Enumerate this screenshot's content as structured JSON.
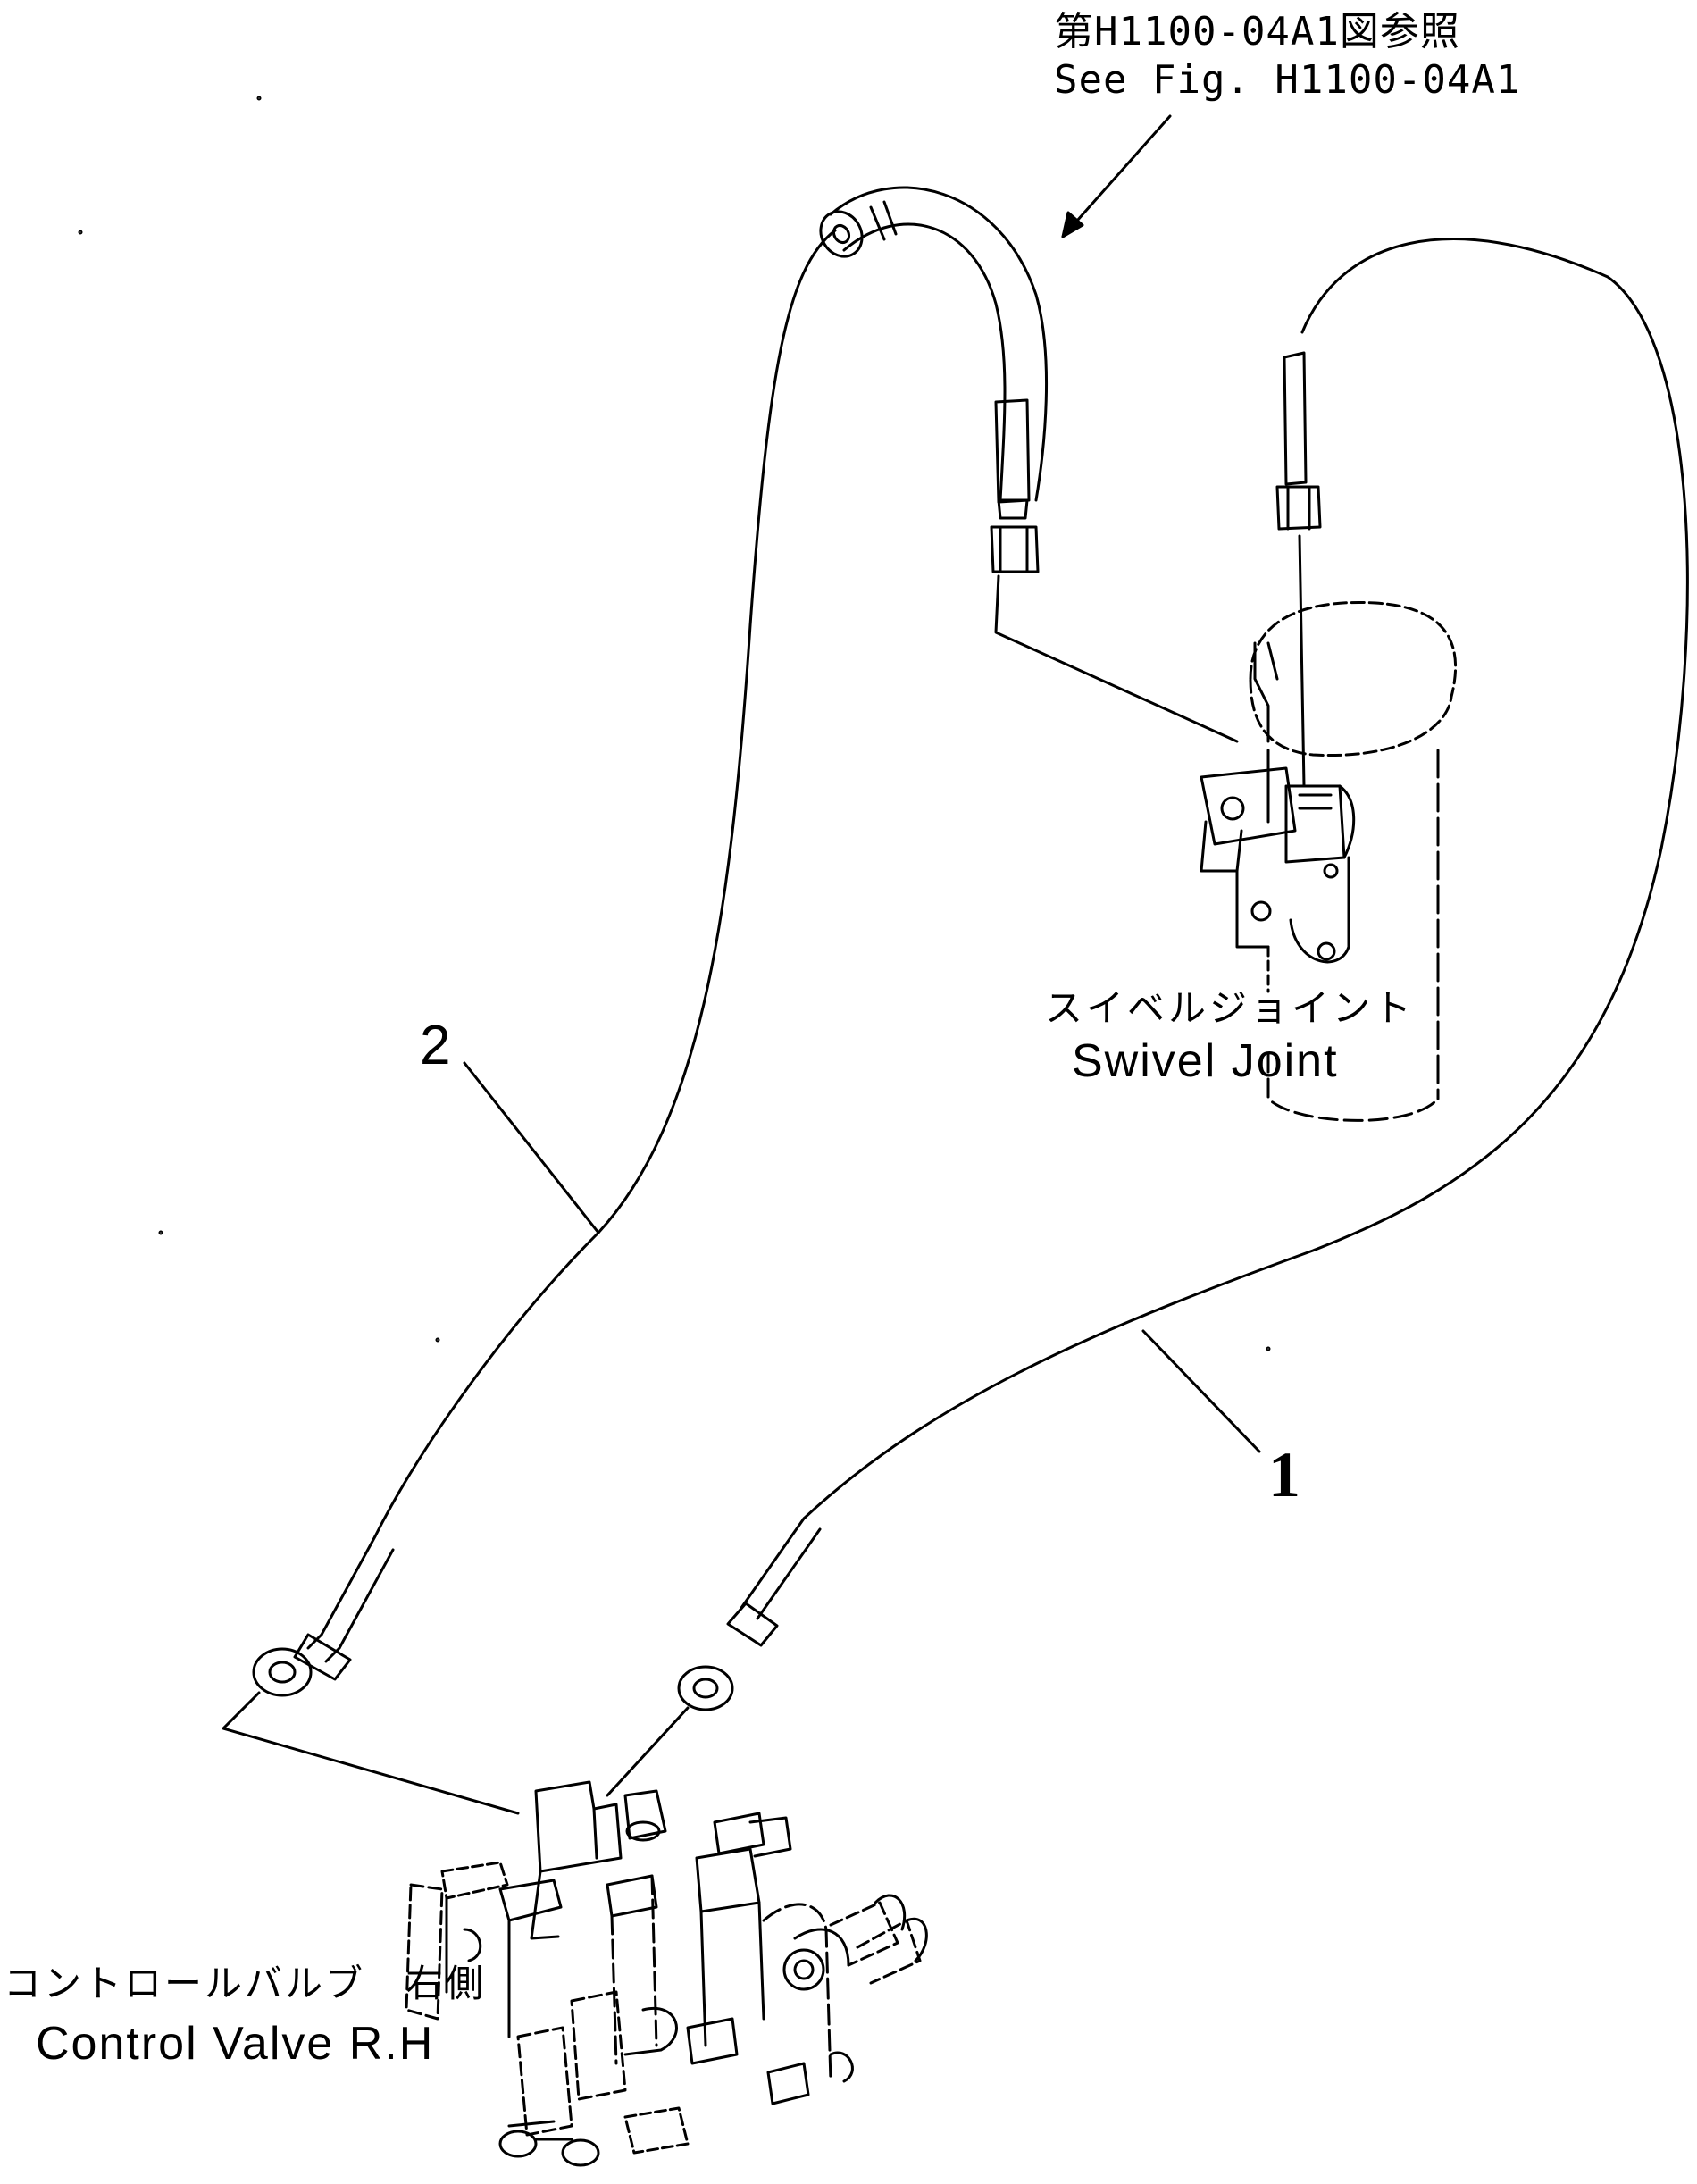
{
  "reference": {
    "jp": "第H1100-04A1図参照",
    "en": "See Fig. H1100-04A1"
  },
  "swivel_joint": {
    "jp": "スイベルジョイント",
    "en": "Swivel Joint"
  },
  "control_valve": {
    "jp": "コントロールバルブ　右側",
    "en": "Control Valve R.H"
  },
  "callouts": {
    "one": "1",
    "two": "2"
  }
}
